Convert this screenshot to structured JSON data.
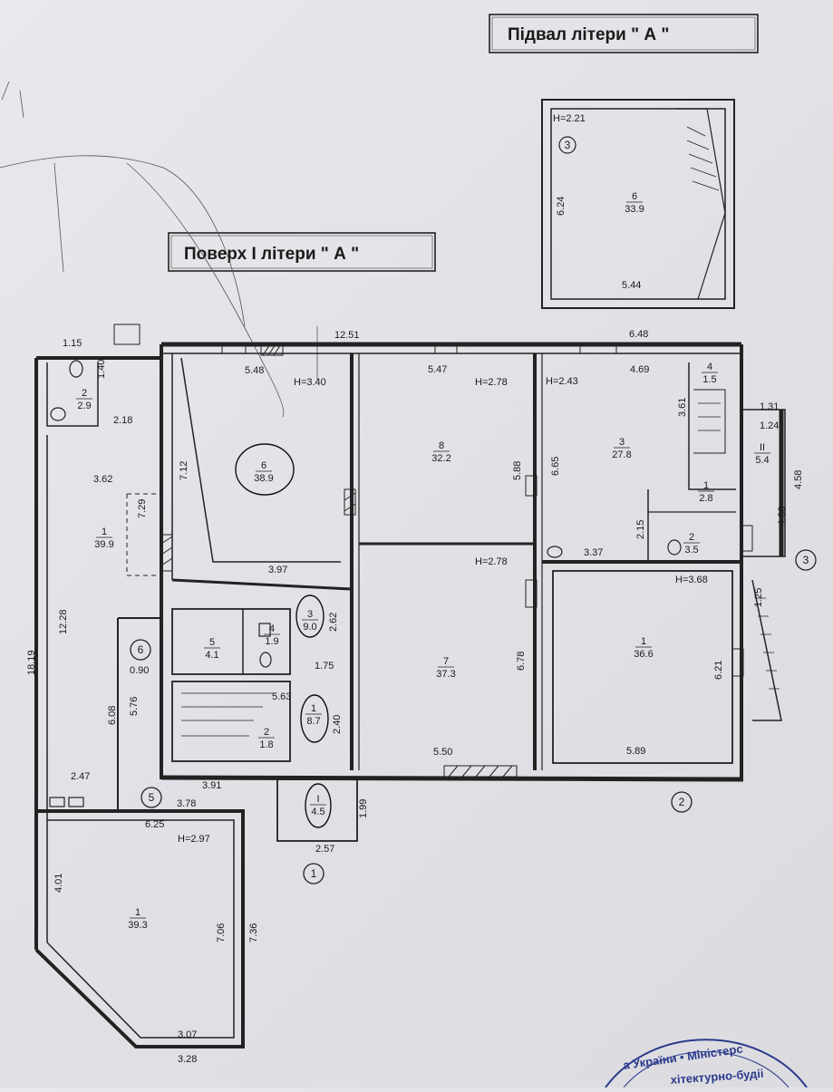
{
  "basement_title": "Підвал   літери  \" А \"",
  "floor_title": "Поверх  І  літери  \" А \"",
  "heights": [
    "H=2.21",
    "H=3.40",
    "H=2.78",
    "H=2.43",
    "H=2.78",
    "H=3.68",
    "H=2.97"
  ],
  "rooms": [
    {
      "num": "6",
      "area": "33.9"
    },
    {
      "num": "2",
      "area": "2.9"
    },
    {
      "num": "1",
      "area": "39.9"
    },
    {
      "num": "6",
      "area": "38.9"
    },
    {
      "num": "8",
      "area": "32.2"
    },
    {
      "num": "3",
      "area": "27.8"
    },
    {
      "num": "4",
      "area": "1.5"
    },
    {
      "num": "ІІ",
      "area": "5.4"
    },
    {
      "num": "1",
      "area": "2.8"
    },
    {
      "num": "2",
      "area": "3.5"
    },
    {
      "num": "5",
      "area": "4.1"
    },
    {
      "num": "4",
      "area": "1.9"
    },
    {
      "num": "3",
      "area": "9.0"
    },
    {
      "num": "7",
      "area": "37.3"
    },
    {
      "num": "1",
      "area": "36.6"
    },
    {
      "num": "1",
      "area": "8.7"
    },
    {
      "num": "2",
      "area": "1.8"
    },
    {
      "num": "І",
      "area": "4.5"
    },
    {
      "num": "1",
      "area": "39.3"
    }
  ],
  "dimensions": [
    "6.24",
    "5.44",
    "1.15",
    "1.40",
    "2.18",
    "3.62",
    "7.29",
    "12.28",
    "18.19",
    "12.51",
    "5.48",
    "7.12",
    "3.97",
    "5.47",
    "5.88",
    "6.48",
    "4.69",
    "3.61",
    "6.65",
    "1.31",
    "1.24",
    "4.58",
    "4.38",
    "2.15",
    "3.37",
    "1.25",
    "0.90",
    "5.76",
    "6.08",
    "2.62",
    "1.75",
    "5.63",
    "2.40",
    "6.78",
    "5.50",
    "6.21",
    "5.89",
    "2.47",
    "3.91",
    "3.78",
    "6.25",
    "1.99",
    "2.57",
    "4.01",
    "7.06",
    "7.36",
    "3.07",
    "3.28"
  ],
  "axes": [
    "1",
    "2",
    "3",
    "3",
    "5",
    "6"
  ],
  "stamp": {
    "line1": "а України  •  Міністерс",
    "line2": "хітектурно-будіі"
  }
}
